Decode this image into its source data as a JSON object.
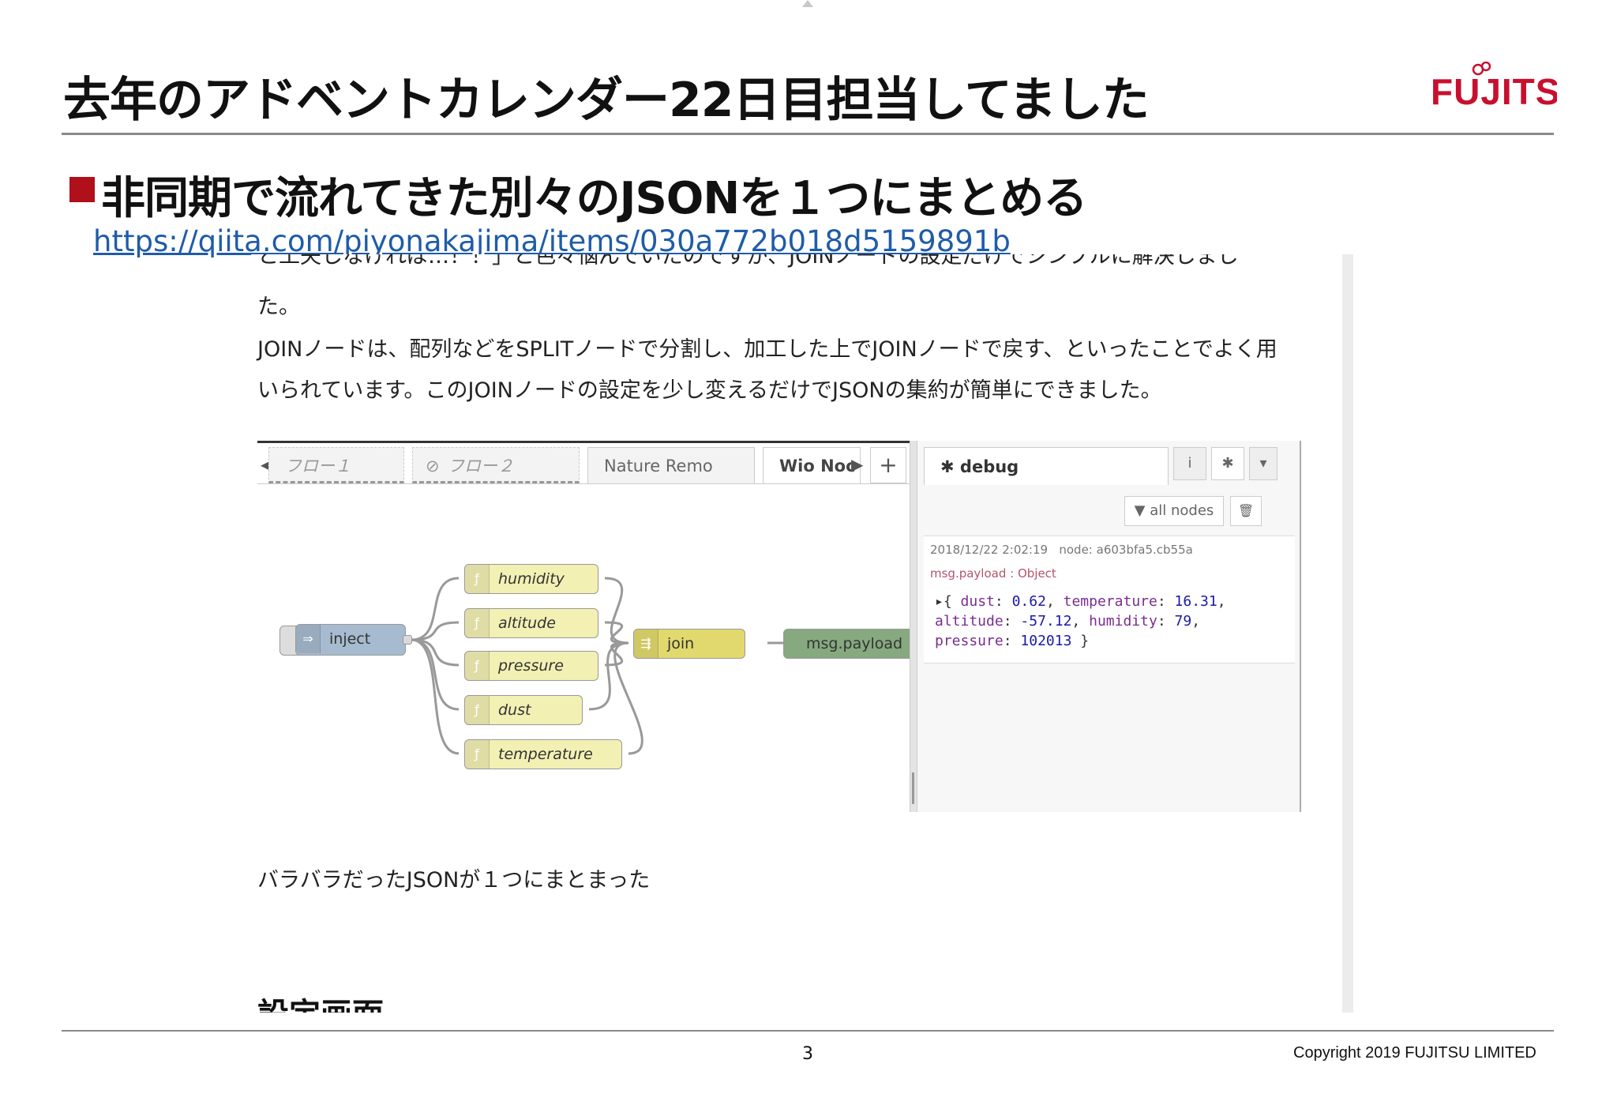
{
  "slide": {
    "title": "去年のアドベントカレンダー22日目担当してました",
    "logo_text": "FUJITSU",
    "subtitle": "非同期で流れてきた別々のJSONを１つにまとめる",
    "link": "https://qiita.com/piyonakajima/items/030a772b018d5159891b",
    "page_number": "3",
    "copyright": "Copyright 2019 FUJITSU LIMITED",
    "accent_color": "#b0101a"
  },
  "article": {
    "cut_line": "と工夫しなければ…！！」と色々悩んでいたのですが、JOINノードの設定だけでシンプルに解決しまし",
    "paragraphs": [
      "た。",
      "JOINノードは、配列などをSPLITノードで分割し、加工した上でJOINノードで戻す、といったことでよく用",
      "いられています。このJOINノードの設定を少し変えるだけでJSONの集約が簡単にできました。"
    ],
    "caption": "バラバラだったJSONが１つにまとまった",
    "next_heading": "設定画面"
  },
  "nodered": {
    "tabs": [
      "フロー１",
      "フロー２",
      "Nature Remo",
      "Wio Noc"
    ],
    "add_tab": "+",
    "nodes": {
      "inject": "inject",
      "functions": [
        "humidity",
        "altitude",
        "pressure",
        "dust",
        "temperature"
      ],
      "join": "join",
      "debug": "msg.payload"
    },
    "debug_panel": {
      "tab_label": "debug",
      "info_btn": "i",
      "filter_label": "all nodes",
      "timestamp": "2018/12/22 2:02:19",
      "node_id": "node: a603bfa5.cb55a",
      "payload_type": "msg.payload : Object",
      "line1_a": "{ ",
      "line1_b": "dust",
      "line1_c": ": ",
      "line1_d": "0.62",
      "line1_e": ", ",
      "line1_f": "temperature",
      "line1_g": ": ",
      "line1_h": "16.31",
      "line1_i": ",",
      "line2_a": "altitude",
      "line2_b": ": ",
      "line2_c": "-57.12",
      "line2_d": ", ",
      "line2_e": "humidity",
      "line2_f": ": ",
      "line2_g": "79",
      "line2_h": ",",
      "line3_a": "pressure",
      "line3_b": ": ",
      "line3_c": "102013",
      "line3_d": " }"
    },
    "colors": {
      "inject": "#a6bbcf",
      "function": "#f2f0b3",
      "join": "#e2d96e",
      "debug": "#87a980"
    }
  }
}
